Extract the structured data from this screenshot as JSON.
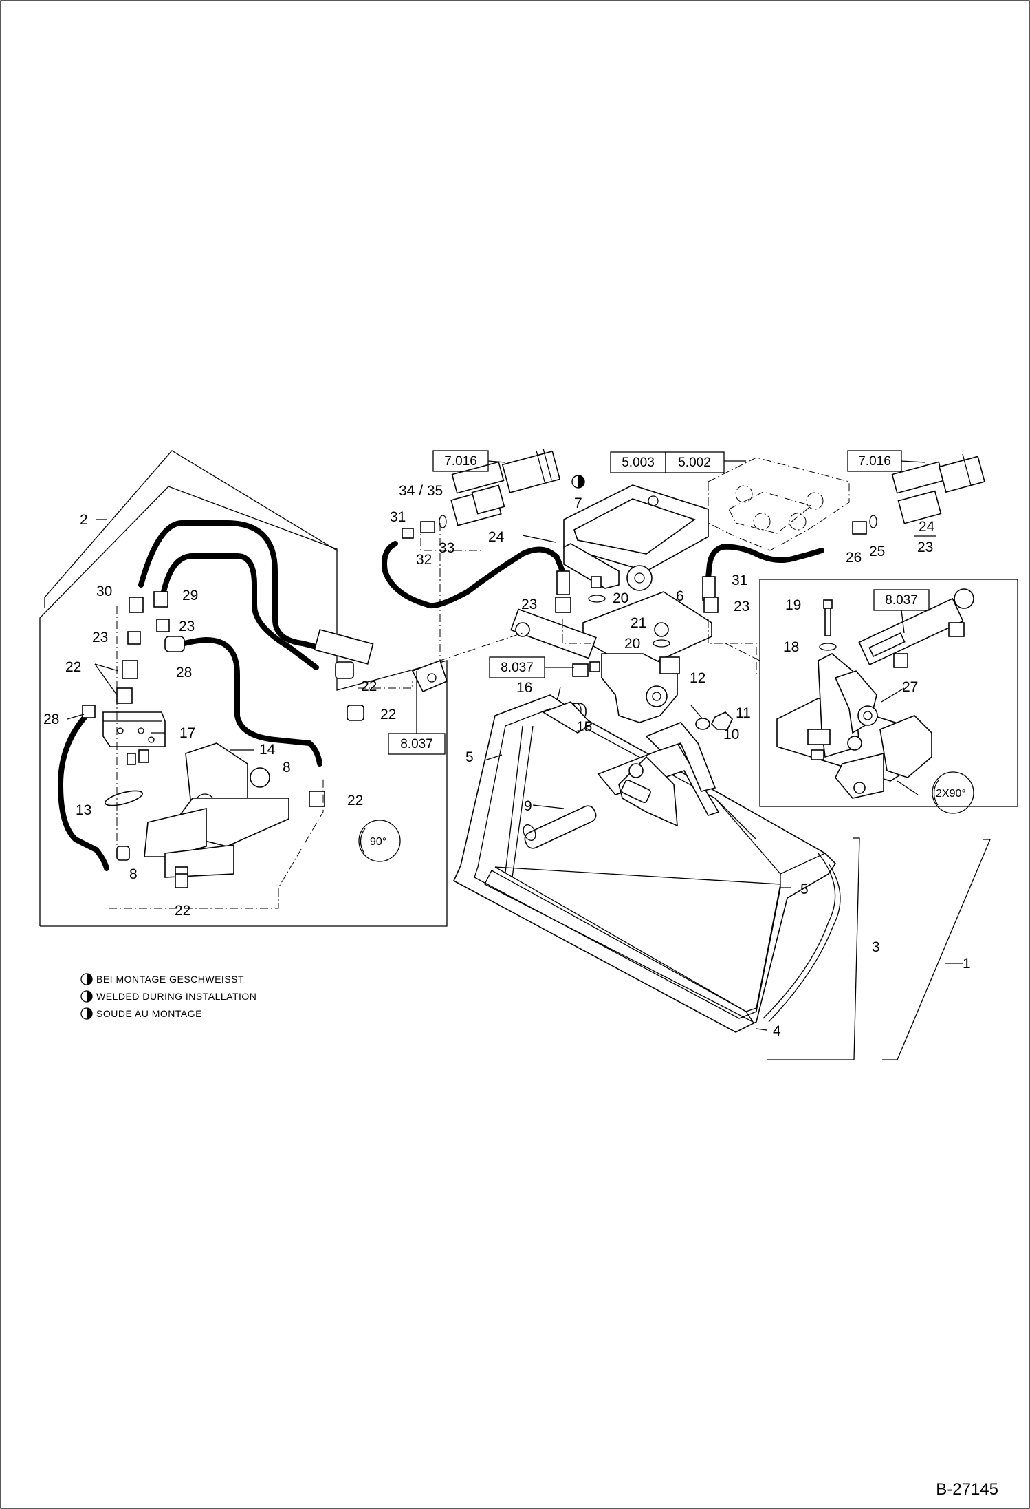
{
  "document_number": "B-27145",
  "rotation_marks": {
    "left_view": "90°",
    "right_view": "2X90°"
  },
  "reference_boxes": {
    "quick_coupler_left": "7.016",
    "quick_coupler_right": "7.016",
    "adapter_a": "5.003",
    "adapter_b": "5.002",
    "cylinder_center": "8.037",
    "cylinder_left_view": "8.037",
    "cylinder_right_view": "8.037"
  },
  "legend": [
    {
      "symbol": "half-filled-circle",
      "text": "BEI MONTAGE GESCHWEISST"
    },
    {
      "symbol": "half-filled-circle",
      "text": "WELDED DURING INSTALLATION"
    },
    {
      "symbol": "half-filled-circle",
      "text": "SOUDE AU MONTAGE"
    }
  ],
  "callouts": {
    "c1": "1",
    "c2": "2",
    "c3": "3",
    "c4": "4",
    "c5a": "5",
    "c5b": "5",
    "c6": "6",
    "c7": "7",
    "c8a": "8",
    "c8b": "8",
    "c9": "9",
    "c10": "10",
    "c11": "11",
    "c12": "12",
    "c13": "13",
    "c14": "14",
    "c15": "15",
    "c16": "16",
    "c17": "17",
    "c18": "18",
    "c19": "19",
    "c20a": "20",
    "c20b": "20",
    "c21": "21",
    "c22a": "22",
    "c22b": "22",
    "c22c": "22",
    "c22d": "22",
    "c22e": "22",
    "c23a": "23",
    "c23b": "23",
    "c23c": "23",
    "c23d": "23",
    "c23e": "23",
    "c24a": "24",
    "c24b": "24",
    "c25": "25",
    "c26": "26",
    "c27": "27",
    "c28a": "28",
    "c28b": "28",
    "c29": "29",
    "c30": "30",
    "c31a": "31",
    "c31b": "31",
    "c32": "32",
    "c33": "33",
    "c3435": "34 / 35"
  }
}
